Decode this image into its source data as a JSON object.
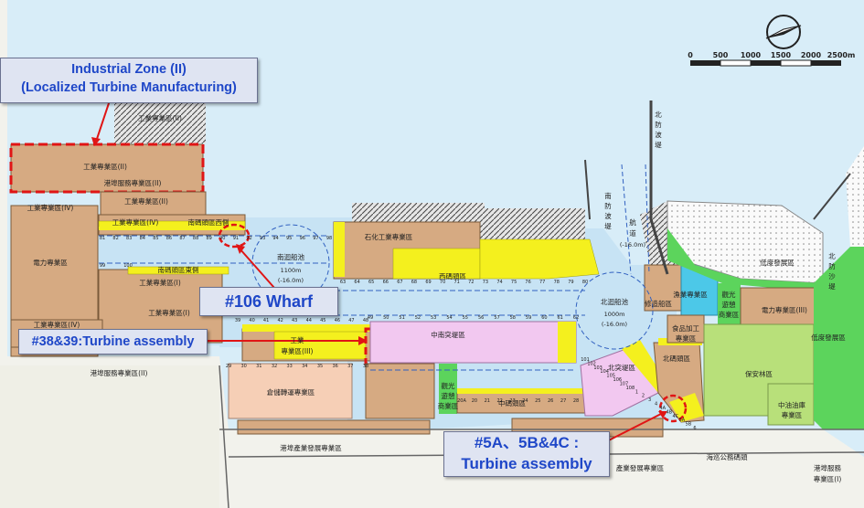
{
  "callouts": {
    "industrial_zone_line1": "Industrial Zone (II)",
    "industrial_zone_line2": "(Localized Turbine Manufacturing)",
    "wharf_106": "#106 Wharf",
    "wharf_38_39": "#38&39:Turbine assembly",
    "wharf_5a_line1": "#5A、5B&4C :",
    "wharf_5a_line2": "Turbine assembly"
  },
  "scale_bar": {
    "ticks": [
      "0",
      "500",
      "1000",
      "1500",
      "2000",
      "2500m"
    ]
  },
  "zones": {
    "industrial_ii_top": "工業專業區(II)",
    "industrial_ii_main": "工業專業區(II)",
    "port_service_ii": "港埠服務專業區(II)",
    "industrial_ii_mid": "工業專業區(II)",
    "industrial_iv": "工業專業區(IV)",
    "industrial_iv_b": "工業專業區(IV)",
    "south_wharf_west": "南碼頭區西側",
    "power_zone": "電力專業區",
    "south_wharf_east": "南碼頭區東側",
    "industrial_i_a": "工業專業區(I)",
    "industrial_i_b": "工業專業區(I)",
    "industrial_iv_c": "工業專業區(IV)",
    "petrochem": "石化工業專業區",
    "west_wharf": "西碼頭區",
    "south_basin": "南迴船池",
    "south_basin_size": "1100m",
    "south_basin_depth": "(-16.0m)",
    "north_basin": "北迴船池",
    "north_basin_size": "1000m",
    "north_basin_depth": "(-16.0m)",
    "repair_wharf": "修造船區",
    "fishery": "漁業專業區",
    "tourism_a_1": "觀光",
    "tourism_a_2": "遊憩",
    "tourism_a_3": "商業區",
    "power_iii": "電力專業區(III)",
    "low_dev": "低度發展區",
    "low_dev_right": "低度發展區",
    "food_1": "食品加工",
    "food_2": "專業區",
    "industrial_iii_1": "工業",
    "industrial_iii_2": "專業區(III)",
    "middle_south": "中南突堤區",
    "warehouse": "倉儲轉運專業區",
    "north_pier": "北突堤區",
    "north_wharf": "北碼頭區",
    "forest": "保安林區",
    "oil_depot_1": "中油油庫",
    "oil_depot_2": "專業區",
    "tourism_b_1": "觀光",
    "tourism_b_2": "遊憩",
    "tourism_b_3": "商業區",
    "middle_pier": "中碼頭區",
    "port_service_ii_b": "港埠服務專業區(II)",
    "port_industry": "港埠產業發展專業區",
    "port_industry_right": "產業發展專業區",
    "patrol": "海巡公務碼頭",
    "port_service_i_1": "港埠服務",
    "port_service_i_2": "專業區(I)",
    "channel_1": "航",
    "channel_2": "道",
    "channel_depth": "(-16.0m)",
    "north_breakwater_1": "北",
    "north_breakwater_2": "防",
    "north_breakwater_3": "波",
    "north_breakwater_4": "堤",
    "south_breakwater_1": "南",
    "south_breakwater_2": "防",
    "south_breakwater_3": "波",
    "south_breakwater_4": "堤",
    "north_sand_1": "北",
    "north_sand_2": "防",
    "north_sand_3": "沙",
    "north_sand_4": "堤"
  },
  "berth_numbers": [
    "20A",
    "20",
    "21",
    "22",
    "23",
    "24",
    "25",
    "26",
    "27",
    "28",
    "29",
    "30",
    "31",
    "32",
    "33",
    "34",
    "35",
    "36",
    "37",
    "38",
    "39",
    "40",
    "41",
    "42",
    "43",
    "44",
    "45",
    "46",
    "47",
    "48",
    "49",
    "50",
    "51",
    "52",
    "53",
    "54",
    "55",
    "56",
    "57",
    "58",
    "59",
    "60",
    "61",
    "62",
    "63",
    "64",
    "65",
    "66",
    "67",
    "68",
    "69",
    "70",
    "71",
    "72",
    "73",
    "74",
    "75",
    "76",
    "77",
    "78",
    "79",
    "80",
    "81",
    "82",
    "83",
    "84",
    "85",
    "86",
    "87",
    "88",
    "89",
    "90",
    "91",
    "92",
    "93",
    "94",
    "95",
    "96",
    "97",
    "98",
    "99",
    "100",
    "101",
    "102",
    "103",
    "104",
    "105",
    "106",
    "107",
    "108",
    "1",
    "2",
    "3",
    "4",
    "4A",
    "4B",
    "4C",
    "5A",
    "5B",
    "6"
  ],
  "colors": {
    "water": "#cfe7f5",
    "industrial": "#d6aa82",
    "wharf": "#f4f01e",
    "pink": "#f2c8f0",
    "warehouse": "#f6cfb6",
    "green_light": "#b8e07a",
    "green_bright": "#5cd45c",
    "cyan": "#4cc8e8",
    "highlight_red": "#e01515",
    "callout_text": "#1f47c8"
  }
}
